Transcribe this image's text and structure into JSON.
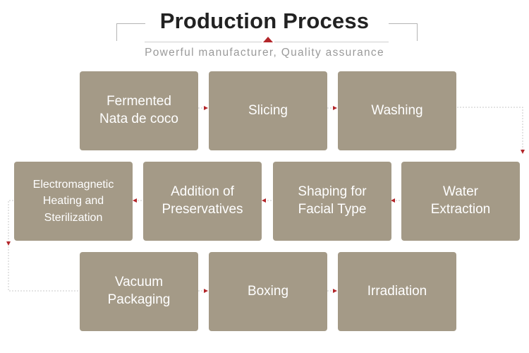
{
  "header": {
    "title": "Production Process",
    "subtitle": "Powerful manufacturer, Quality assurance"
  },
  "steps": [
    {
      "label": "Fermented\nNata de coco"
    },
    {
      "label": "Slicing"
    },
    {
      "label": "Washing"
    },
    {
      "label": "Water\nExtraction"
    },
    {
      "label": "Shaping for\nFacial Type"
    },
    {
      "label": "Addition of\nPreservatives"
    },
    {
      "label": "Electromagnetic\nHeating and\nSterilization"
    },
    {
      "label": "Vacuum\nPackaging"
    },
    {
      "label": "Boxing"
    },
    {
      "label": "Irradiation"
    }
  ],
  "colors": {
    "box": "#a49a87",
    "arrow": "#b3262a",
    "connector": "#c8c8c8"
  }
}
